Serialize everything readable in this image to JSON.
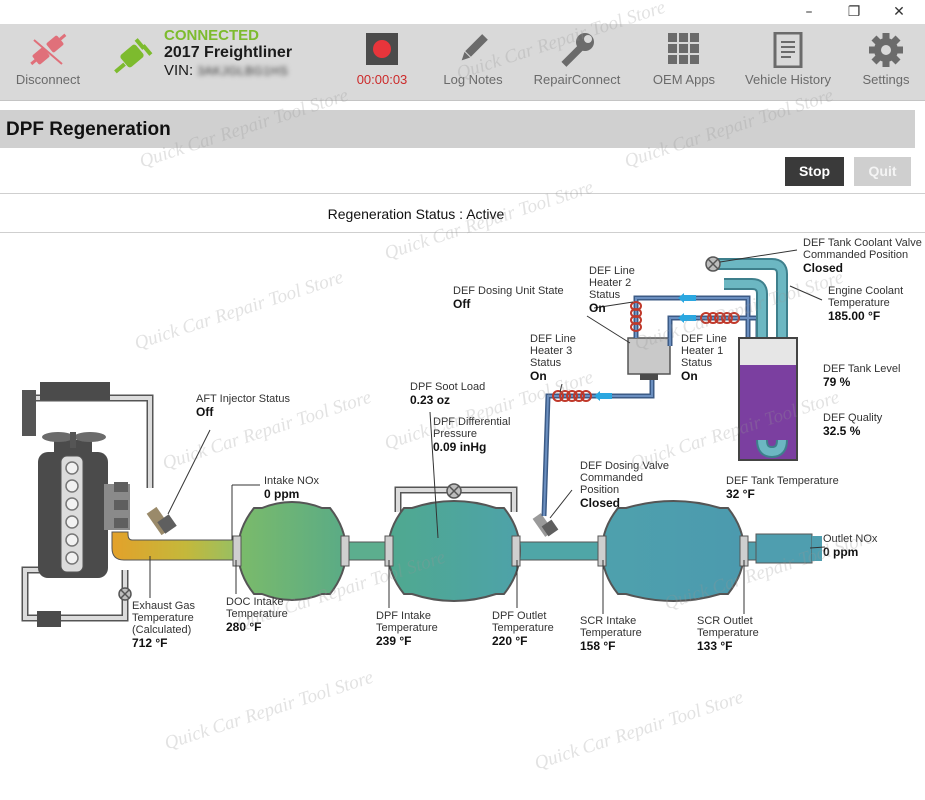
{
  "window": {
    "minimize": "–",
    "restore": "❐",
    "close": "✕"
  },
  "toolbar": {
    "disconnect": "Disconnect",
    "connection_status": "CONNECTED",
    "vehicle": "2017 Freightliner",
    "vin_label": "VIN:",
    "vin_value": "3AKJGLBG1HS",
    "timer": "00:00:03",
    "log_notes": "Log Notes",
    "repair_connect": "RepairConnect",
    "oem_apps": "OEM Apps",
    "vehicle_history": "Vehicle History",
    "settings": "Settings"
  },
  "colors": {
    "connected": "#7dbb2e",
    "record": "#e8353b",
    "timer": "#cc2a2a",
    "def_fluid": "#7b3fa0",
    "coolant": "#5aa8b5"
  },
  "page": {
    "title": "DPF Regeneration",
    "stop": "Stop",
    "quit": "Quit"
  },
  "status": {
    "text": "Regeneration Status : Active"
  },
  "diagram": {
    "aft_injector": {
      "label": "AFT Injector Status",
      "value": "Off"
    },
    "intake_nox": {
      "label": "Intake NOx",
      "value": "0 ppm"
    },
    "exhaust_gas_temp": {
      "label": "Exhaust Gas Temperature (Calculated)",
      "label1": "Exhaust Gas",
      "label2": "Temperature",
      "label3": "(Calculated)",
      "value": "712 °F"
    },
    "doc_intake_temp": {
      "label1": "DOC Intake",
      "label2": "Temperature",
      "value": "280 °F"
    },
    "dpf_soot_load": {
      "label": "DPF Soot Load",
      "value": "0.23 oz"
    },
    "dpf_diff_pressure": {
      "label1": "DPF Differential",
      "label2": "Pressure",
      "value": "0.09 inHg"
    },
    "dpf_intake_temp": {
      "label1": "DPF Intake",
      "label2": "Temperature",
      "value": "239 °F"
    },
    "dpf_outlet_temp": {
      "label1": "DPF Outlet",
      "label2": "Temperature",
      "value": "220 °F"
    },
    "def_dosing_unit": {
      "label": "DEF Dosing Unit State",
      "value": "Off"
    },
    "def_line_heater3": {
      "label1": "DEF Line",
      "label2": "Heater 3",
      "label3": "Status",
      "value": "On"
    },
    "def_line_heater2": {
      "label1": "DEF Line",
      "label2": "Heater 2",
      "label3": "Status",
      "value": "On"
    },
    "def_line_heater1": {
      "label1": "DEF Line",
      "label2": "Heater 1",
      "label3": "Status",
      "value": "On"
    },
    "def_dosing_valve": {
      "label1": "DEF Dosing Valve",
      "label2": "Commanded",
      "label3": "Position",
      "value": "Closed"
    },
    "scr_intake_temp": {
      "label1": "SCR Intake",
      "label2": "Temperature",
      "value": "158 °F"
    },
    "scr_outlet_temp": {
      "label1": "SCR Outlet",
      "label2": "Temperature",
      "value": "133 °F"
    },
    "outlet_nox": {
      "label": "Outlet NOx",
      "value": "0 ppm"
    },
    "def_tank_coolant_valve": {
      "label1": "DEF Tank Coolant Valve",
      "label2": "Commanded Position",
      "value": "Closed"
    },
    "engine_coolant_temp": {
      "label1": "Engine Coolant",
      "label2": "Temperature",
      "value": "185.00 °F"
    },
    "def_tank_level": {
      "label": "DEF Tank Level",
      "value": "79 %",
      "fraction": 0.79
    },
    "def_quality": {
      "label": "DEF Quality",
      "value": "32.5 %"
    },
    "def_tank_temp": {
      "label": "DEF Tank Temperature",
      "value": "32 °F"
    }
  },
  "watermark": "Quick Car Repair Tool Store"
}
